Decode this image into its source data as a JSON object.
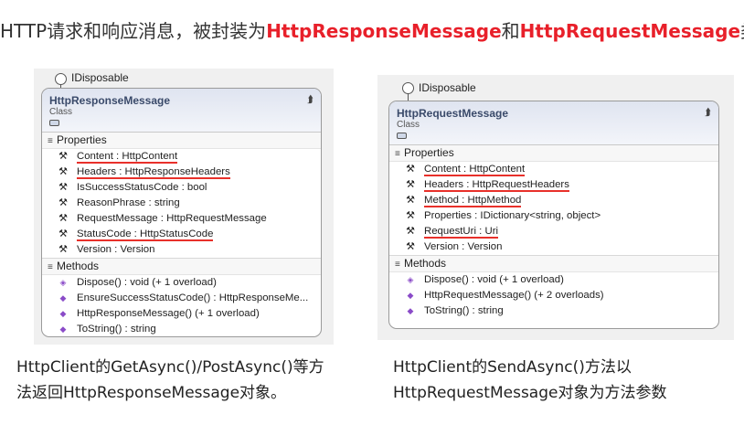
{
  "heading": {
    "prefix": "HTTP请求和响应消息，被封装为",
    "response_class": "HttpResponseMessage",
    "connector": "和",
    "request_class": "HttpRequestMessage",
    "suffix": "类"
  },
  "colors": {
    "highlight": "#e8202a",
    "method_icon": "#8a4bc8",
    "header_gradient": "#dfe4f0"
  },
  "response_box": {
    "interface": "IDisposable",
    "title": "HttpResponseMessage",
    "subtitle": "Class",
    "collapse_icon": "double-chevron-up-icon",
    "properties_label": "Properties",
    "properties": [
      {
        "text": "Content : HttpContent",
        "underlined": true,
        "icon": "wrench-icon"
      },
      {
        "text": "Headers : HttpResponseHeaders",
        "underlined": true,
        "icon": "wrench-icon"
      },
      {
        "text": "IsSuccessStatusCode : bool",
        "underlined": false,
        "icon": "wrench-icon"
      },
      {
        "text": "ReasonPhrase : string",
        "underlined": false,
        "icon": "wrench-icon"
      },
      {
        "text": "RequestMessage : HttpRequestMessage",
        "underlined": false,
        "icon": "wrench-icon"
      },
      {
        "text": "StatusCode : HttpStatusCode",
        "underlined": true,
        "icon": "wrench-icon"
      },
      {
        "text": "Version : Version",
        "underlined": false,
        "icon": "wrench-icon"
      }
    ],
    "methods_label": "Methods",
    "methods": [
      {
        "text": "Dispose() : void (+ 1 overload)",
        "icon": "protected-method-icon"
      },
      {
        "text": "EnsureSuccessStatusCode() : HttpResponseMe...",
        "icon": "method-icon"
      },
      {
        "text": "HttpResponseMessage() (+ 1 overload)",
        "icon": "method-icon"
      },
      {
        "text": "ToString() : string",
        "icon": "method-icon"
      }
    ],
    "caption_lines": [
      "HttpClient的GetAsync()/PostAsync()等方",
      "法返回HttpResponseMessage对象。"
    ]
  },
  "request_box": {
    "interface": "IDisposable",
    "title": "HttpRequestMessage",
    "subtitle": "Class",
    "collapse_icon": "double-chevron-up-icon",
    "properties_label": "Properties",
    "properties": [
      {
        "text": "Content : HttpContent",
        "underlined": true,
        "icon": "wrench-icon"
      },
      {
        "text": "Headers : HttpRequestHeaders",
        "underlined": true,
        "icon": "wrench-icon"
      },
      {
        "text": "Method : HttpMethod",
        "underlined": true,
        "icon": "wrench-icon"
      },
      {
        "text": "Properties : IDictionary<string, object>",
        "underlined": false,
        "icon": "wrench-icon"
      },
      {
        "text": "RequestUri : Uri",
        "underlined": true,
        "icon": "wrench-icon"
      },
      {
        "text": "Version : Version",
        "underlined": false,
        "icon": "wrench-icon"
      }
    ],
    "methods_label": "Methods",
    "methods": [
      {
        "text": "Dispose() : void (+ 1 overload)",
        "icon": "protected-method-icon"
      },
      {
        "text": "HttpRequestMessage() (+ 2 overloads)",
        "icon": "method-icon"
      },
      {
        "text": "ToString() : string",
        "icon": "method-icon"
      }
    ],
    "caption_lines": [
      "HttpClient的SendAsync()方法以",
      "HttpRequestMessage对象为方法参数"
    ]
  }
}
